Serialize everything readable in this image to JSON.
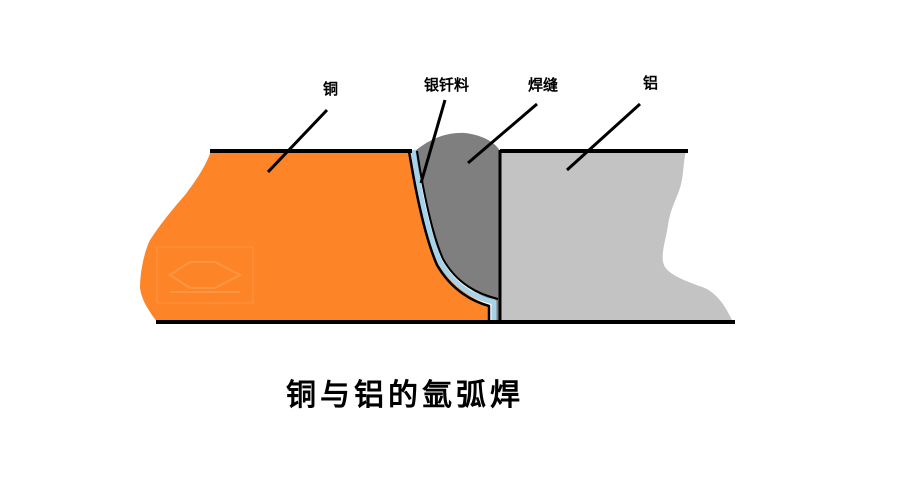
{
  "labels": {
    "copper": "铜",
    "silver_solder": "银钎料",
    "weld_seam": "焊缝",
    "aluminum": "铝"
  },
  "caption": "铜与铝的氩弧焊",
  "colors": {
    "copper": "#fd8528",
    "silver_solder": "#a6d3ea",
    "weld_seam": "#7f7f7f",
    "aluminum": "#c3c3c3",
    "outline": "#000000",
    "background": "#ffffff"
  }
}
